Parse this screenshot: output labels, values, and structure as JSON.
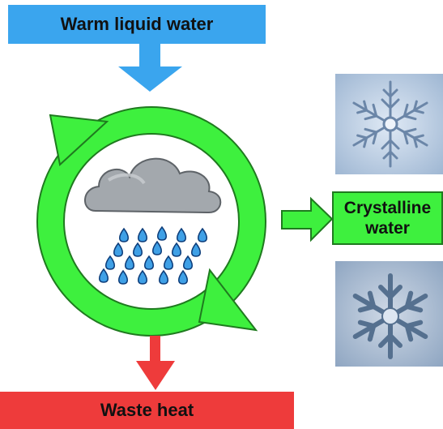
{
  "input": {
    "label": "Warm liquid water"
  },
  "output_heat": {
    "label": "Waste heat"
  },
  "output_crystal": {
    "line1": "Crystalline",
    "line2": "water"
  },
  "colors": {
    "input_blue": "#3aa5ee",
    "heat_red": "#ee3b3b",
    "cycle_green": "#3ef03e",
    "outline_green": "#1f7a1f",
    "cloud_gray": "#a3a8ad",
    "rain_blue": "#3fa0e6"
  },
  "icons": [
    "cloud-icon",
    "raindrop-icon",
    "snowflake-photo"
  ]
}
